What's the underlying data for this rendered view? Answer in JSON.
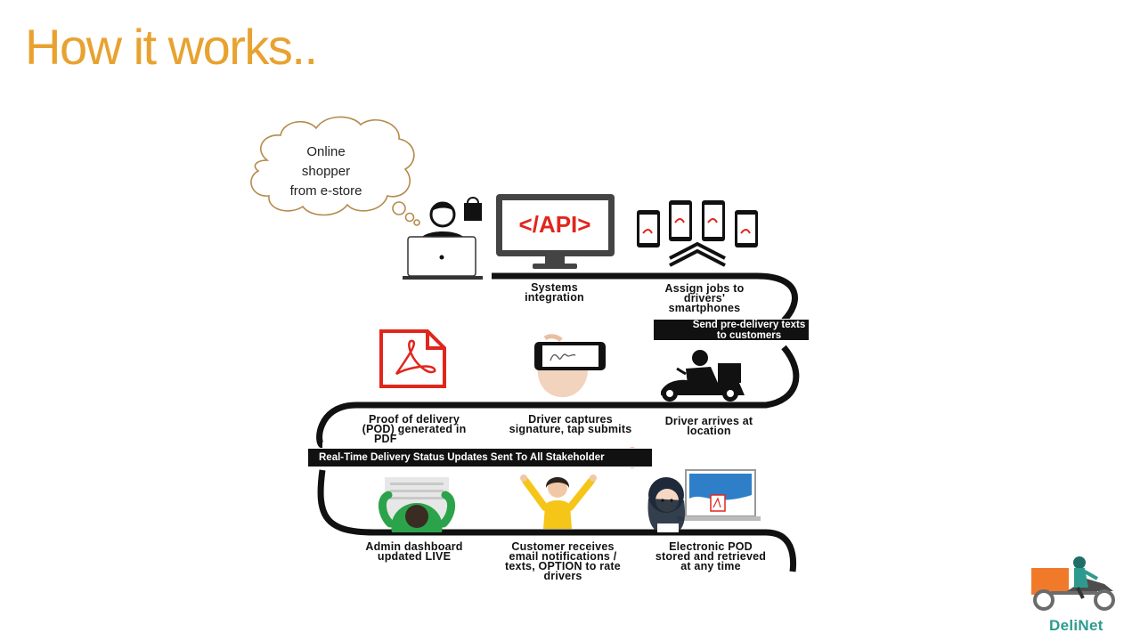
{
  "slide": {
    "title": "How it works.."
  },
  "diagram": {
    "thought_cloud": [
      "Online",
      "shopper",
      "from e-store"
    ],
    "api_screen_text": "</API>",
    "steps": {
      "systems_integration": [
        "Systems",
        "integration"
      ],
      "assign_jobs": [
        "Assign jobs to",
        "drivers'",
        "smartphones"
      ],
      "pre_delivery_texts": [
        "Send pre-delivery texts",
        "to customers"
      ],
      "driver_arrives": [
        "Driver arrives at",
        "location"
      ],
      "driver_captures": [
        "Driver captures",
        "signature, tap submits"
      ],
      "pod_generated": [
        "Proof of delivery",
        "(POD) generated in",
        "PDF"
      ],
      "status_updates": "Real-Time Delivery Status Updates Sent To All Stakeholder",
      "admin_dashboard": [
        "Admin dashboard",
        "updated LIVE"
      ],
      "customer_receives": [
        "Customer receives",
        "email notifications /",
        "texts, OPTION to rate",
        "drivers"
      ],
      "electronic_pod": [
        "Electronic POD",
        "stored and retrieved",
        "at any time"
      ]
    }
  },
  "logo": {
    "name": "DeliNet"
  },
  "colors": {
    "title": "#E8A230",
    "road": "#111111",
    "pdf_red": "#E0261D",
    "logo_teal": "#2E9A8F",
    "logo_orange": "#F07A2A",
    "green": "#2BA34A",
    "yellow": "#F5C518"
  }
}
